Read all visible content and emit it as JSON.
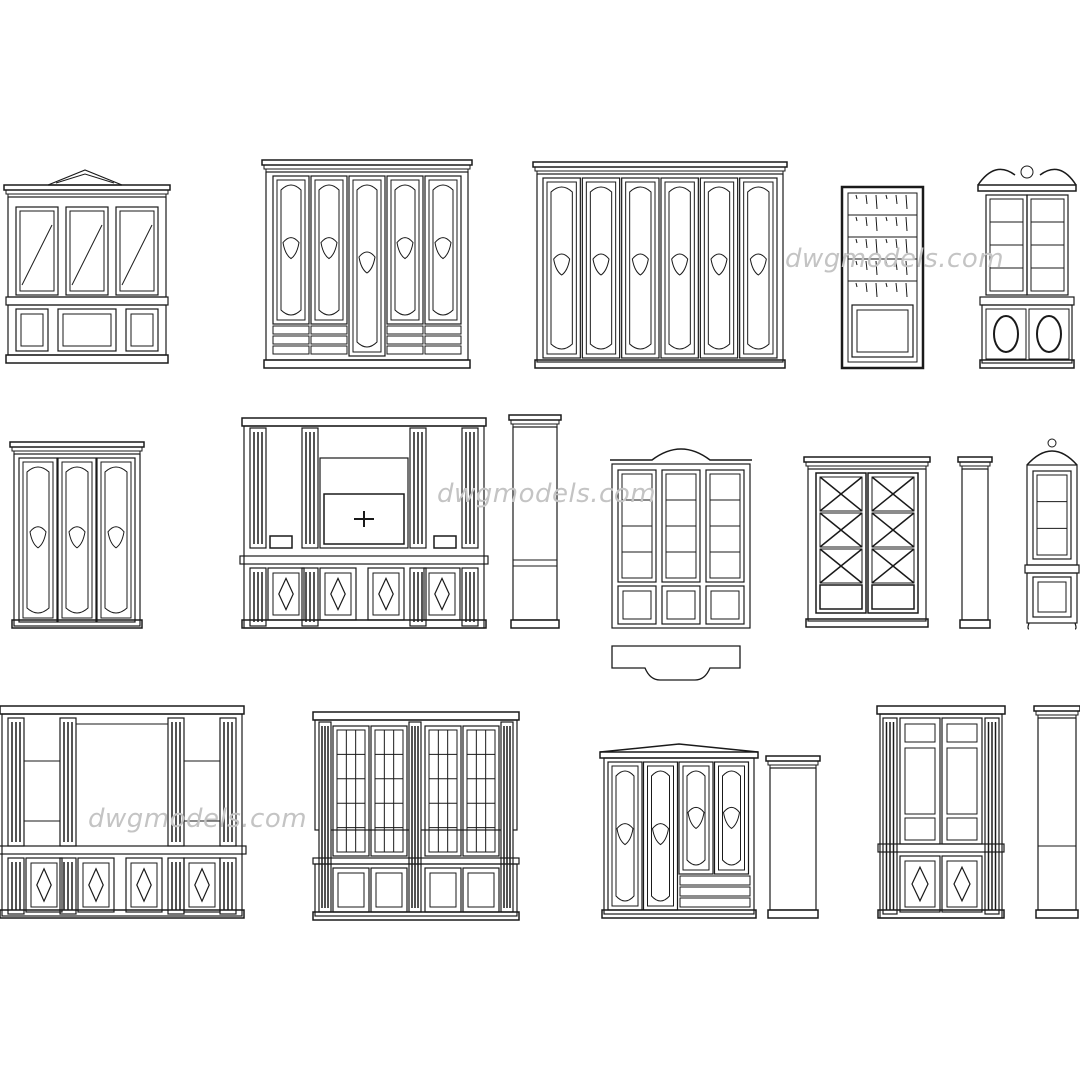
{
  "watermarks": [
    "dwgmodels.com",
    "dwgmodels.com",
    "dwgmodels.com"
  ],
  "colors": {
    "line": "#1a1a1a",
    "watermark": "#c4c4c4",
    "background": "#ffffff"
  },
  "drawings": [
    {
      "name": "classic-cabinet-pediment"
    },
    {
      "name": "five-door-wardrobe"
    },
    {
      "name": "six-door-carved-wardrobe"
    },
    {
      "name": "narrow-bookcase"
    },
    {
      "name": "swan-neck-bookcase"
    },
    {
      "name": "three-door-wardrobe"
    },
    {
      "name": "tv-wall-unit"
    },
    {
      "name": "tv-wall-unit-side"
    },
    {
      "name": "arched-vitrine"
    },
    {
      "name": "arched-vitrine-plan"
    },
    {
      "name": "cross-glazed-cabinet"
    },
    {
      "name": "cross-glazed-cabinet-side"
    },
    {
      "name": "corner-vitrine"
    },
    {
      "name": "library-wall-unit"
    },
    {
      "name": "glazed-bookcase"
    },
    {
      "name": "four-door-wardrobe"
    },
    {
      "name": "four-door-wardrobe-side"
    },
    {
      "name": "paneled-cabinet"
    },
    {
      "name": "paneled-cabinet-side"
    }
  ]
}
